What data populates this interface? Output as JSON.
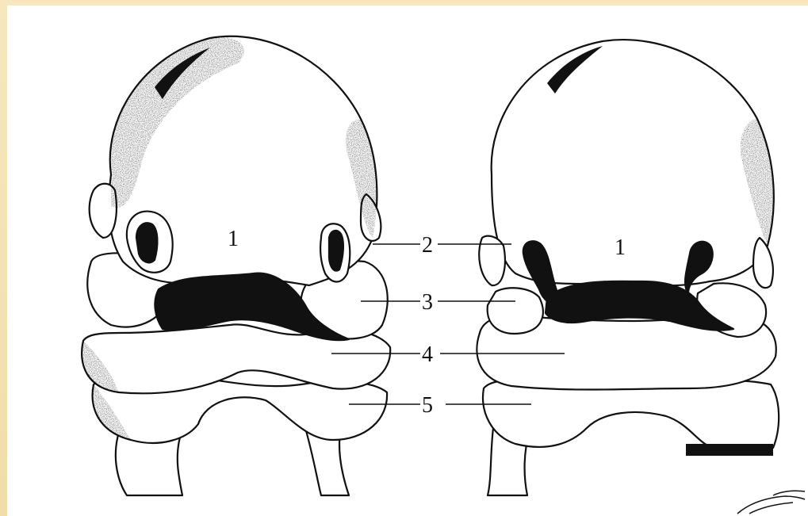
{
  "figure": {
    "left_embryo": {
      "labels": {
        "forebrain": "1"
      }
    },
    "right_embryo": {
      "labels": {
        "forebrain": "1"
      }
    },
    "center_labels": [
      "2",
      "3",
      "4",
      "5"
    ]
  },
  "colors": {
    "frame": "#f3e4b8",
    "ink": "#111111",
    "paper": "#ffffff"
  }
}
